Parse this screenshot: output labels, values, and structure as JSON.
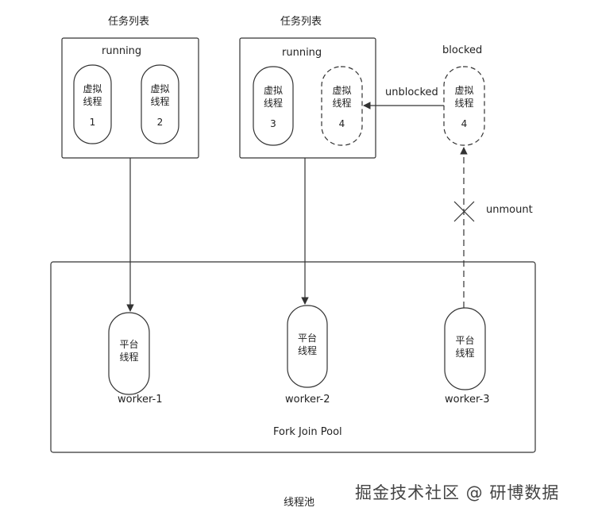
{
  "left_box": {
    "title": "任务列表",
    "status": "running",
    "threads": [
      {
        "line1": "虚拟",
        "line2": "线程",
        "num": "1"
      },
      {
        "line1": "虚拟",
        "line2": "线程",
        "num": "2"
      }
    ]
  },
  "mid_box": {
    "title": "任务列表",
    "status": "running",
    "threads": [
      {
        "line1": "虚拟",
        "line2": "线程",
        "num": "3"
      },
      {
        "line1": "虚拟",
        "line2": "线程",
        "num": "4"
      }
    ]
  },
  "blocked": {
    "label": "blocked",
    "thread": {
      "line1": "虚拟",
      "line2": "线程",
      "num": "4"
    },
    "arrow_label": "unblocked",
    "unmount_label": "unmount"
  },
  "pool": {
    "label": "Fork Join Pool",
    "workers": [
      {
        "line1": "平台",
        "line2": "线程",
        "name": "worker-1"
      },
      {
        "line1": "平台",
        "line2": "线程",
        "name": "worker-2"
      },
      {
        "line1": "平台",
        "line2": "线程",
        "name": "worker-3"
      }
    ],
    "caption": "线程池"
  },
  "watermark": "掘金技术社区 @ 研博数据",
  "colors": {
    "stroke": "#333333",
    "text": "#222222",
    "background": "#ffffff"
  }
}
